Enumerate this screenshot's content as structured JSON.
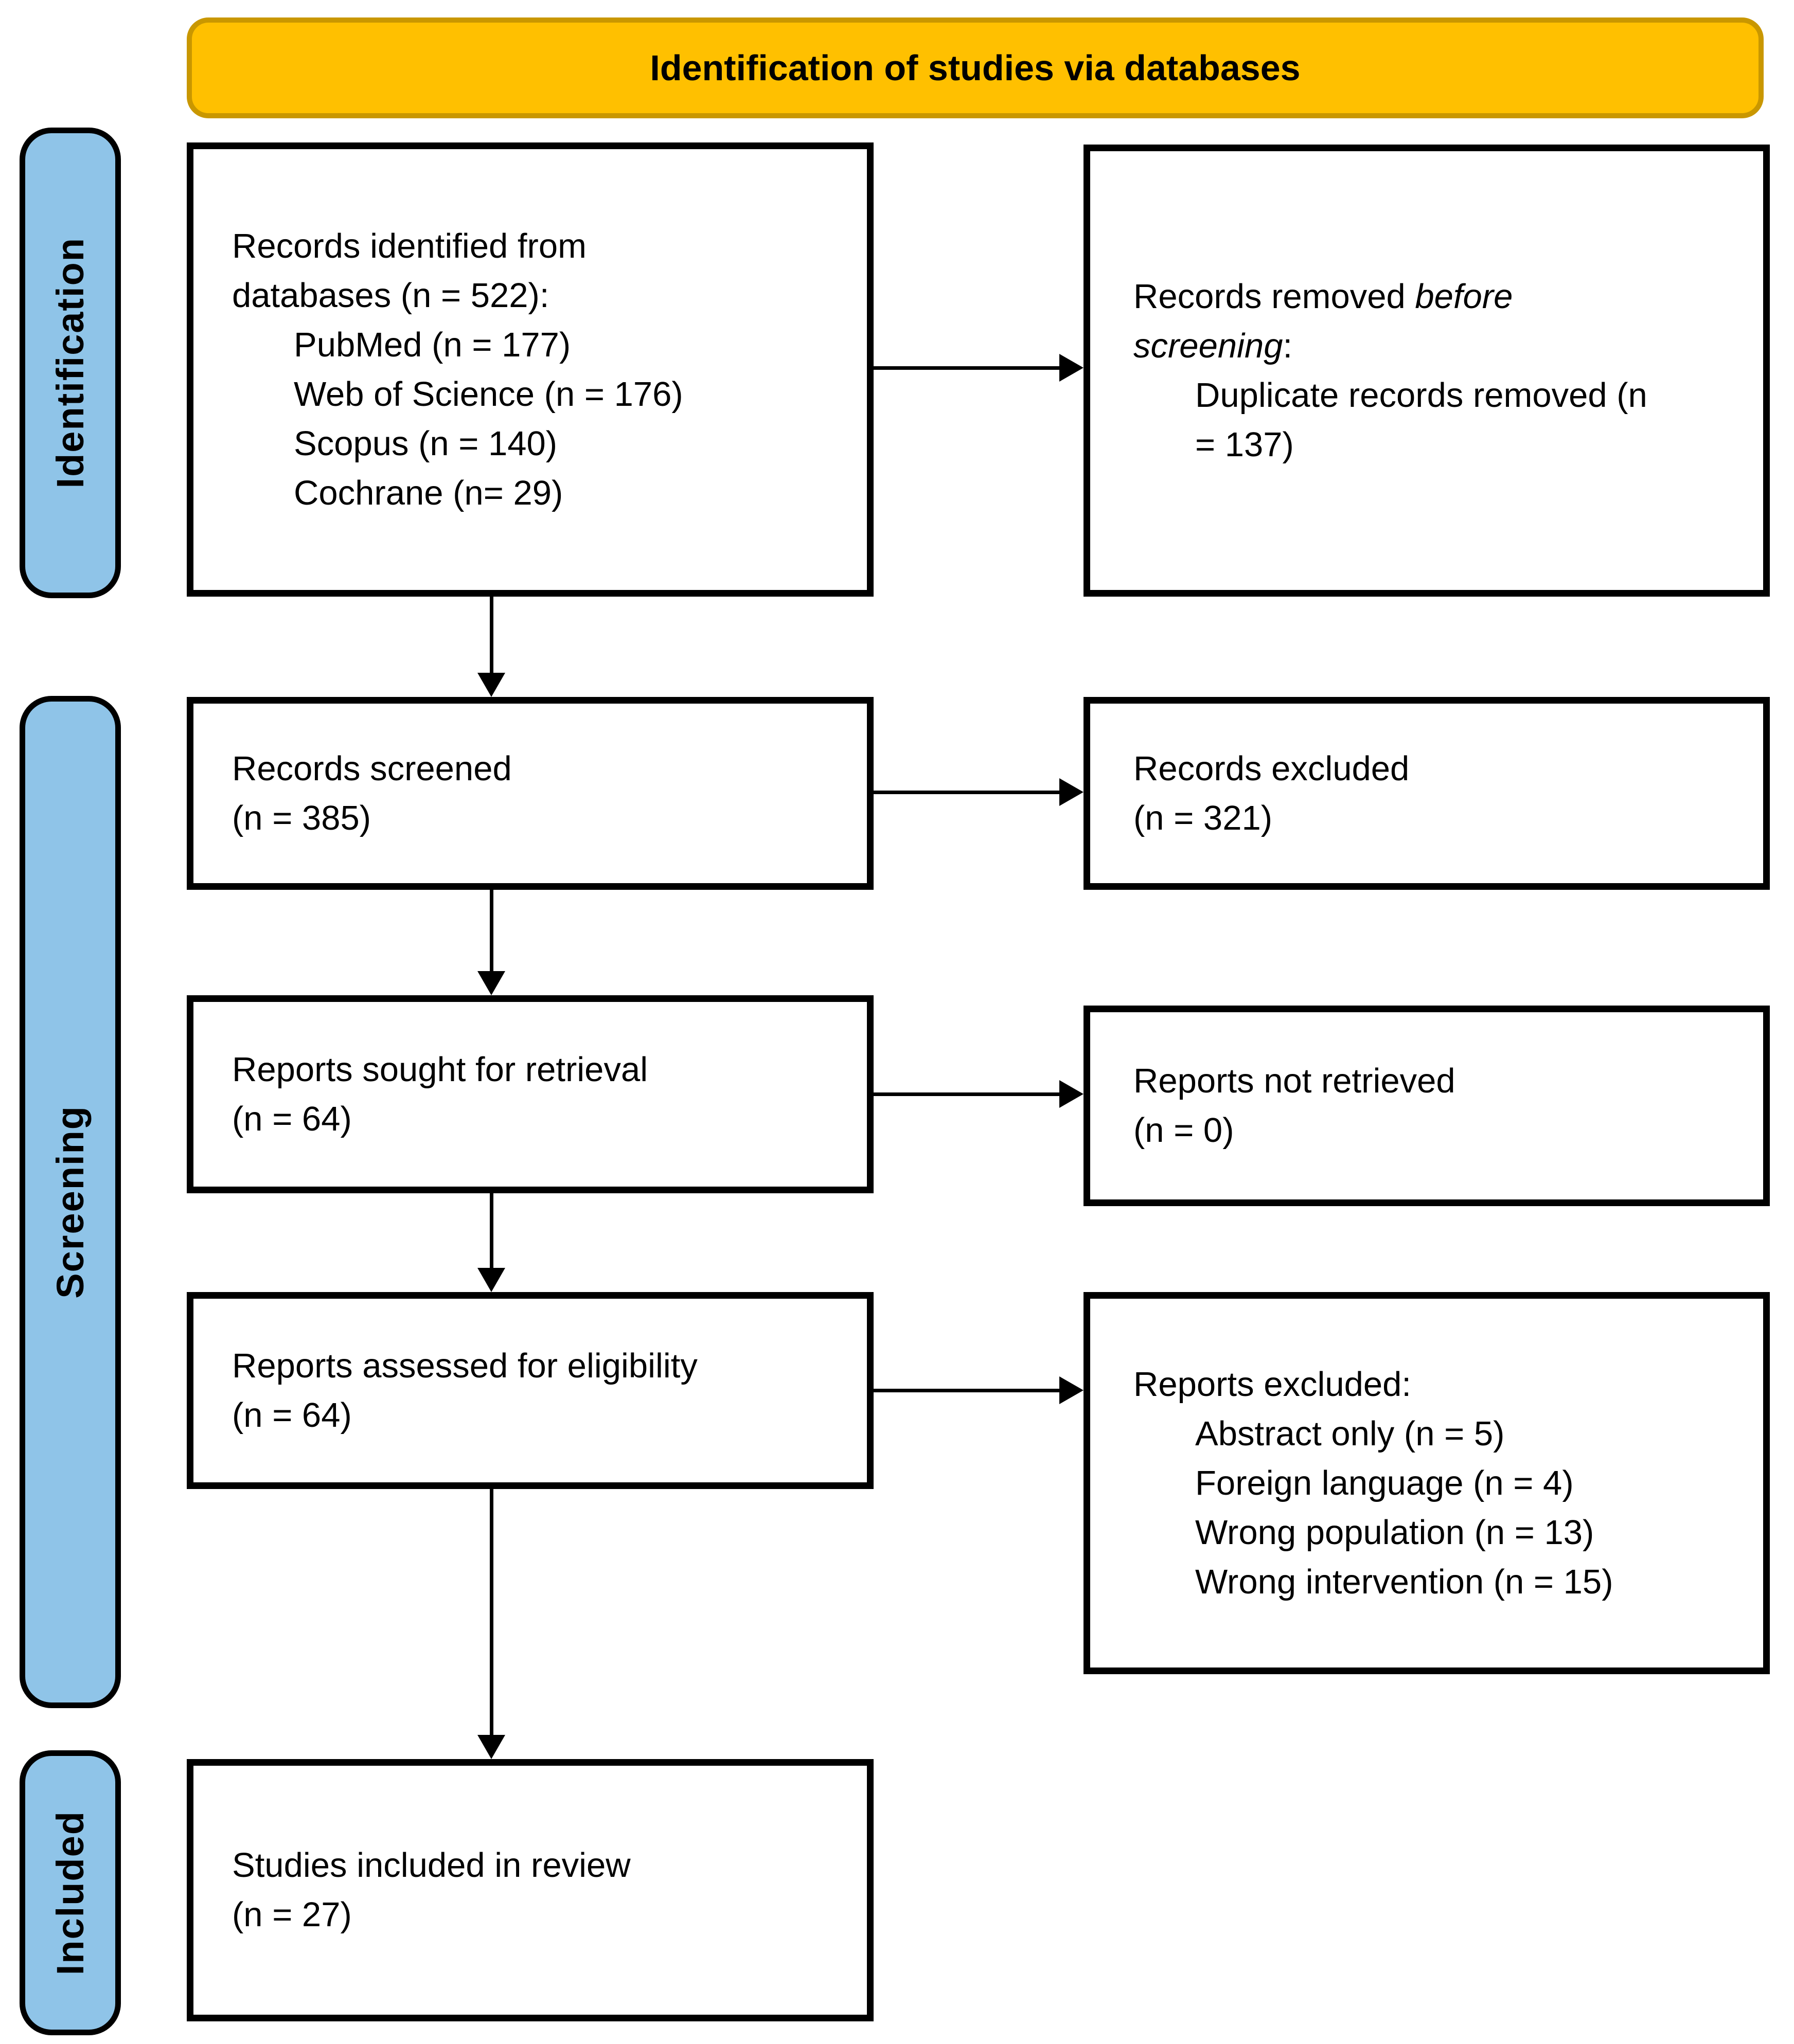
{
  "banner": {
    "label": "Identification of studies via databases"
  },
  "stages": {
    "identification": "Identification",
    "screening": "Screening",
    "included": "Included"
  },
  "colors": {
    "banner_fill": "#FFC000",
    "banner_border": "#C99700",
    "stage_fill": "#8FC4E8",
    "box_border": "#000000",
    "arrow": "#000000",
    "text": "#000000"
  },
  "boxes": {
    "records_identified": {
      "line1": "Records identified from",
      "line2": "databases (n = 522):",
      "items": [
        "PubMed (n = 177)",
        "Web of Science (n = 176)",
        "Scopus (n = 140)",
        "Cochrane (n= 29)"
      ]
    },
    "records_removed": {
      "line1_prefix": "Records removed ",
      "line1_italic": "before",
      "line2_italic": "screening",
      "line2_suffix": ":",
      "items": [
        "Duplicate records removed (n",
        "= 137)"
      ]
    },
    "records_screened": {
      "line1": "Records screened",
      "line2": "(n = 385)"
    },
    "records_excluded": {
      "line1": "Records excluded",
      "line2": "(n = 321)"
    },
    "reports_sought": {
      "line1": "Reports sought for retrieval",
      "line2": "(n = 64)"
    },
    "reports_not_retrieved": {
      "line1": "Reports not retrieved",
      "line2": "(n = 0)"
    },
    "reports_assessed": {
      "line1": "Reports assessed for eligibility",
      "line2": "(n = 64)"
    },
    "reports_excluded": {
      "line1": "Reports excluded:",
      "items": [
        "Abstract only (n = 5)",
        "Foreign language (n = 4)",
        "Wrong population (n = 13)",
        "Wrong intervention (n = 15)"
      ]
    },
    "studies_included": {
      "line1": "Studies included in review",
      "line2": "(n = 27)"
    }
  }
}
